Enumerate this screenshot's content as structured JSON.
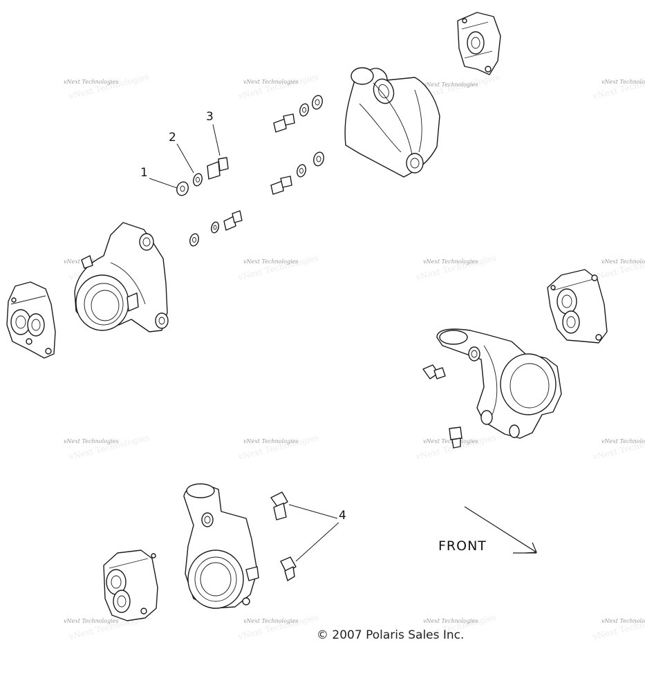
{
  "diagram": {
    "callouts": [
      {
        "id": "1",
        "label": "1"
      },
      {
        "id": "2",
        "label": "2"
      },
      {
        "id": "3",
        "label": "3"
      },
      {
        "id": "4",
        "label": "4"
      }
    ],
    "direction_label": "FRONT",
    "copyright": "© 2007 Polaris Sales Inc.",
    "watermark": "vNext Technologies"
  },
  "parts": [
    {
      "name": "washer",
      "callout": "1"
    },
    {
      "name": "washer",
      "callout": "2"
    },
    {
      "name": "bolt",
      "callout": "3"
    },
    {
      "name": "bolt",
      "callout": "4"
    },
    {
      "name": "rear-bearing-carrier-upper"
    },
    {
      "name": "rear-bearing-carrier-left"
    },
    {
      "name": "front-spindle-right"
    },
    {
      "name": "front-spindle-left"
    },
    {
      "name": "brake-caliper-upper-right"
    },
    {
      "name": "brake-caliper-left"
    },
    {
      "name": "brake-caliper-right"
    },
    {
      "name": "brake-caliper-lower-left"
    }
  ],
  "colors": {
    "line": "#1a1a1a",
    "watermark": "#9a9a9a",
    "background": "#ffffff"
  }
}
